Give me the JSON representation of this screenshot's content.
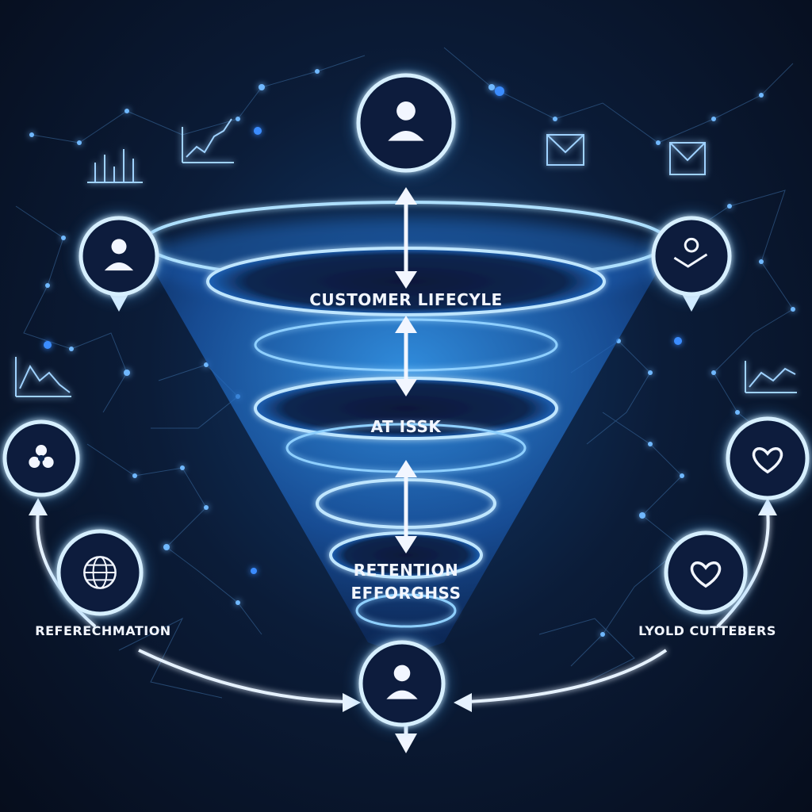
{
  "funnel": {
    "stage_labels": [
      "CUSTOMER LIFECYLE",
      "AT ISSK",
      "RETENTION",
      "EFFORGHSS"
    ]
  },
  "side_labels": {
    "left": "REFERECHMATION",
    "right": "LYOLD CUTTEBERS"
  },
  "icons": {
    "top": "person-icon",
    "upper_left": "person-icon",
    "upper_right": "person-handshake-icon",
    "mid_left": "recycle-icon",
    "lower_left": "globe-icon",
    "mid_right": "heart-icon",
    "lower_right": "heart-icon",
    "bottom": "person-icon"
  },
  "colors": {
    "background": "#0b1c38",
    "accent": "#4fb3ff",
    "glow": "#8fd0ff",
    "text": "#f2f6ff"
  }
}
